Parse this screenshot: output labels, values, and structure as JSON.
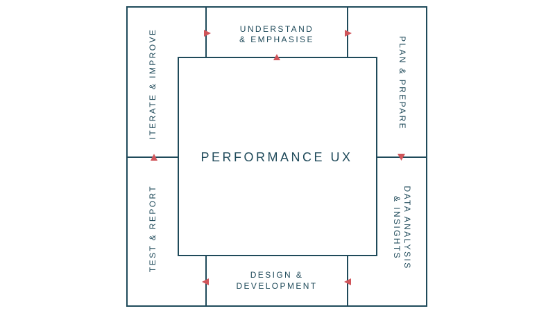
{
  "center_label": "PERFORMANCE UX",
  "stages": {
    "understand": [
      "UNDERSTAND",
      "& EMPHASISE"
    ],
    "plan": "PLAN & PREPARE",
    "data": [
      "DATA ANALYSIS",
      "& INSIGHTS"
    ],
    "design": [
      "DESIGN &",
      "DEVELOPMENT"
    ],
    "test": "TEST & REPORT",
    "iterate": "ITERATE & IMPROVE"
  },
  "colors": {
    "line": "#1f4a5a",
    "arrow": "#d0555a",
    "background": "#ffffff"
  }
}
